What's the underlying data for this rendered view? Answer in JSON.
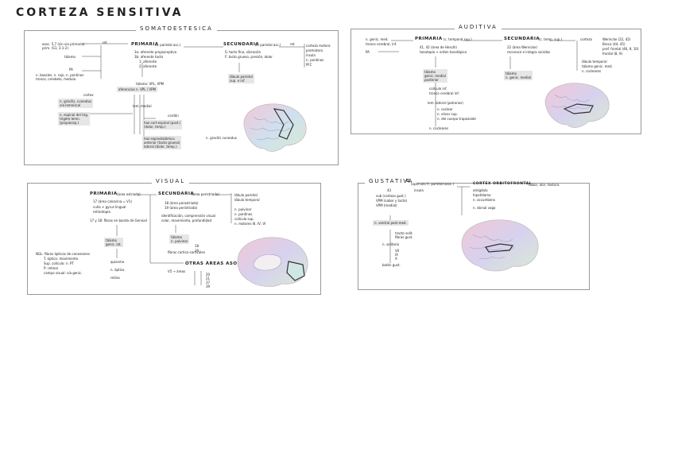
{
  "page_title": "CORTEZA SENSITIVA",
  "somato": {
    "title": "SOMATOESTESICA",
    "left_notes": [
      "asoc. 5,7 (sin via primaria)",
      "prim. (S1, 3-1-2)",
      "tálamo",
      "PA",
      "n. basales, n. rojo, n. pontinos",
      "tronco, cerebelo, medula"
    ],
    "primaria_heading": "PRIMARIA",
    "primaria_sub": "(c. parietal asc.)",
    "primaria_lines": [
      "3a: aferente propioceptiva",
      "3b: aferente tacto",
      "1: aferente",
      "2: aferente"
    ],
    "arrow_label": "ret",
    "nucleus_label": "tálamo: VPL, VPM",
    "nucleus_box": "aferencias n. VPL / VPM",
    "mid_left_head": "cortex",
    "mid_left_lines": [
      "n. grácilis, cuneatus",
      "vía lemniscal"
    ],
    "mid_left_b": [
      "n. espinal del trig.",
      "trigém-lemn.",
      "(propiocep.)"
    ],
    "lemnisco": "lem. medial",
    "lower_head": "cordón",
    "lower_a": [
      "haz cort-espinal (post.)",
      "(dolor, temp.)"
    ],
    "lower_b": [
      "haz espinotalámico",
      "anterior (tacto grueso)",
      "lateral (dolor, temp.)"
    ],
    "lower_side": "n. gracilis cuneatus",
    "secundaria_heading": "SECUNDARIA",
    "secundaria_sub": "(c. parietal asc.)",
    "secundaria_lines": [
      "S: tacto fino, vibración",
      "F: tacto grueso, presión, dolor"
    ],
    "sec_box": [
      "lóbulo parietal",
      "sup. e inf."
    ],
    "right_notes": [
      "corteza motora",
      "premotora",
      "ínsula",
      "n. pontinos",
      "PFC"
    ],
    "ret_right": "ret"
  },
  "auditiva": {
    "title": "AUDITIVA",
    "left_notes": [
      "n. genic. med.",
      "tronco cerebral, inf.",
      "PA"
    ],
    "primaria_heading": "PRIMARIA",
    "primaria_sub": "(c. temporal sup.)",
    "primaria_lines": [
      "41, 42 (área de Heschl)",
      "tonotopía + orden tonotópico"
    ],
    "nucleus_box": [
      "tálamo",
      "genic. medial",
      "posterior"
    ],
    "below_a": [
      "colículo inf.",
      "tronco cerebral inf."
    ],
    "below_b": [
      "lem. lateral (patrones)",
      "n. coclear",
      "n. olivar sup.",
      "n. del cuerpo trapezoide"
    ],
    "bottom": "n. cocleares",
    "secundaria_heading": "SECUNDARIA",
    "secundaria_sub": "(c. temp. sup.)",
    "secundaria_lines": [
      "22 (área Wernicke)",
      "reconoce e integra sonidos"
    ],
    "sec_box": [
      "tálamo",
      "n. genic. medial"
    ],
    "right_a": [
      "corteza"
    ],
    "right_b": [
      "Wernicke (22, 42)",
      "Broca (44, 45)",
      "pref. frontal (46, 9, 10)",
      "frontal (8, 9)"
    ],
    "right_c": [
      "lóbulo temporal",
      "tálamo genic. med.",
      "n. cocleares"
    ]
  },
  "visual": {
    "title": "VISUAL",
    "primaria_heading": "PRIMARIA",
    "primaria_sub": "(área estriada)",
    "primaria_lines": [
      "17 (área calcarina = V1)",
      "cuña + gyrus lingual",
      "retinotopía"
    ],
    "primaria_extra": "17 y 18: fibras en banda de Gennari",
    "nucleus_box": [
      "tálamo",
      "genic. lat."
    ],
    "left_list": [
      "NGL: fibras ópticas de conexiones",
      "T. óptico: movimiento",
      "Sup. colículo: n. PT",
      "P: retinal",
      "campo visual: vía genic."
    ],
    "below_list": [
      "quiasma",
      "n. óptico",
      "retina"
    ],
    "secundaria_heading": "SECUNDARIA",
    "secundaria_sub": "(área peristriada)",
    "secundaria_lines": [
      "18 (área parastriada)",
      "19 (área peristriada)",
      "identificación, comprensión visual",
      "color, movimiento, profundidad"
    ],
    "sec_box": [
      "tálamo",
      "n. pulvinar"
    ],
    "sec_right": [
      "18",
      "19"
    ],
    "cortical_label": "fibras cortico-corticales",
    "otras": "OTRAS ÁREAS ASOC. VISUAL",
    "otras_sub": "V5 → áreas",
    "otras_list": [
      "20",
      "21",
      "37",
      "39"
    ],
    "right_notes": [
      "lóbulo parietal",
      "lóbulo temporal",
      "n. pulvinar",
      "n. pontinos",
      "colículo sup.",
      "n. motores III, IV, VI"
    ]
  },
  "gustativa": {
    "title": "GUSTATIVA",
    "main_head": "G",
    "main_sub": "(opérculo fr. parietal asoc.)",
    "main_lines": [
      "43",
      "sub (corteza gust.)",
      "ínsula",
      "VPM (sabor y tacto)",
      "VPM (medial)"
    ],
    "right_head": "CORTEX ORBITOFRONTAL",
    "right_sub": "sabor, olor, textura",
    "right_list": [
      "amígdala",
      "hipotálamo",
      "n. accumbens",
      "n. dorsal vago"
    ],
    "box_label": "n. ventral post-med.",
    "below_a": [
      "tracto solit.",
      "fibras gust."
    ],
    "below_b": [
      "n. solitario"
    ],
    "below_c": [
      "VII",
      "IX",
      "X"
    ],
    "bottom": "botón gust."
  },
  "colors": {
    "accent_box": "#e6e6e6",
    "brain_outline": "#c9b9c4"
  }
}
